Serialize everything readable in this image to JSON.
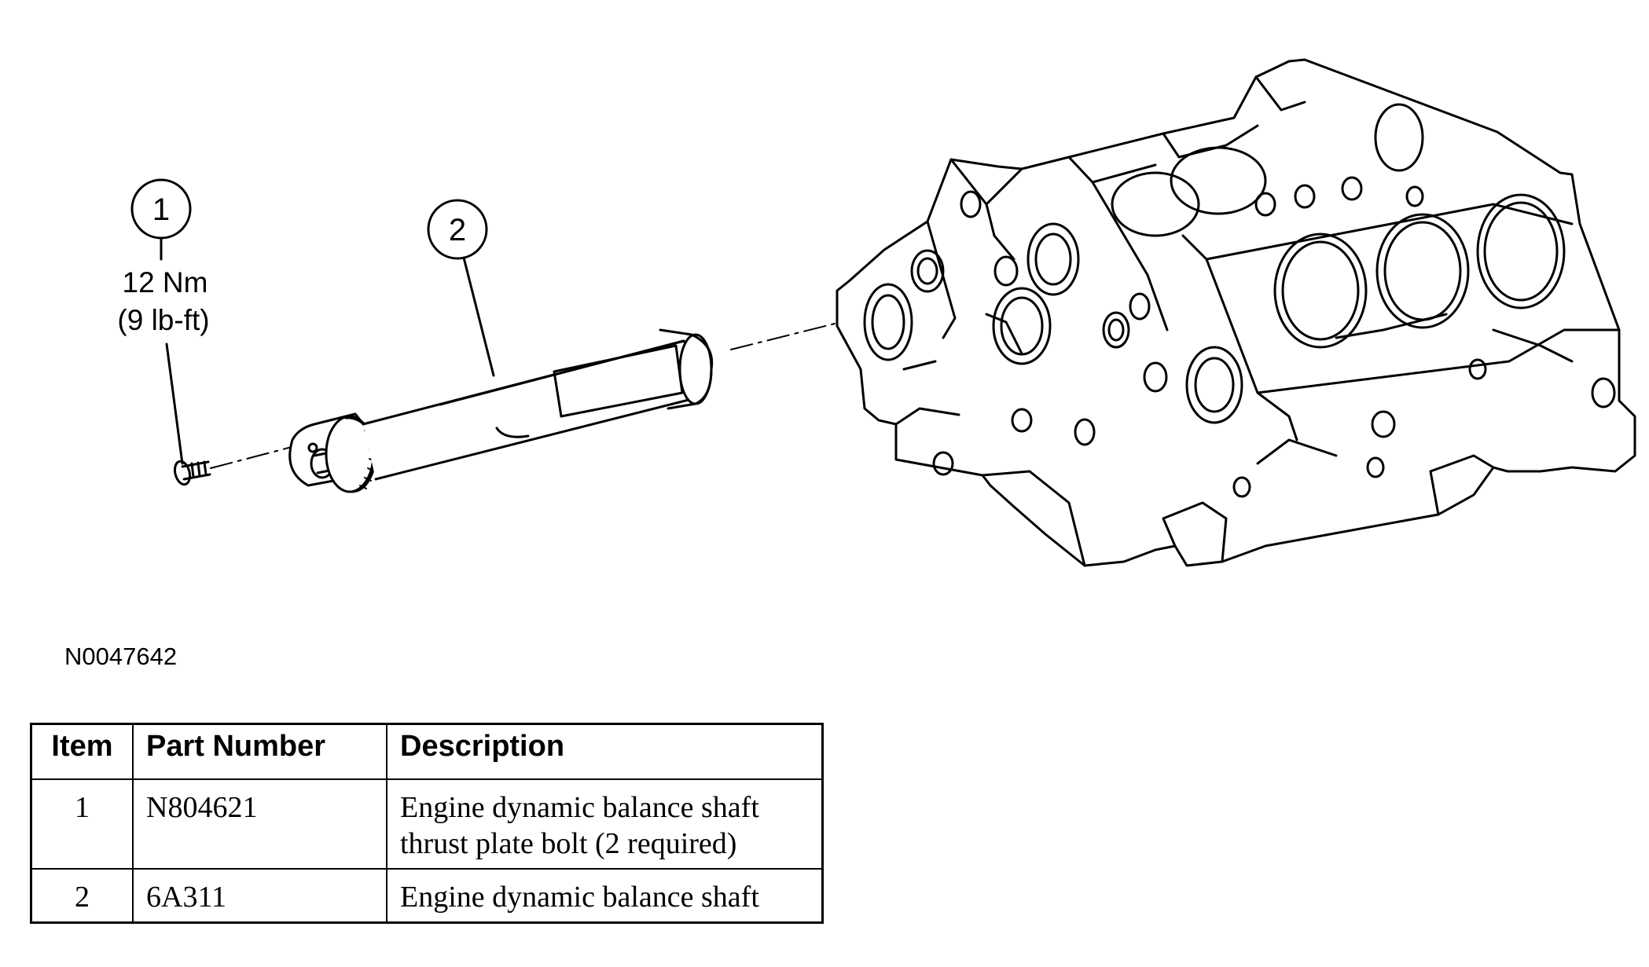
{
  "callouts": [
    {
      "number": "1",
      "torque_nm": "12 Nm",
      "torque_lbft": "(9 lb-ft)"
    },
    {
      "number": "2"
    }
  ],
  "figure_id": "N0047642",
  "table": {
    "headers": [
      "Item",
      "Part Number",
      "Description"
    ],
    "rows": [
      {
        "item": "1",
        "part_number": "N804621",
        "description_line1": "Engine dynamic balance shaft",
        "description_line2": "thrust plate bolt (2 required)"
      },
      {
        "item": "2",
        "part_number": "6A311",
        "description_line1": "Engine dynamic balance shaft"
      }
    ]
  }
}
